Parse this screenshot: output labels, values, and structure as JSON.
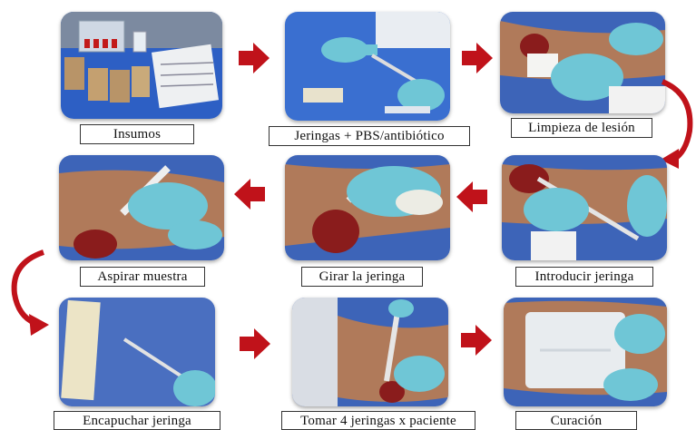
{
  "steps": [
    {
      "label": "Insumos"
    },
    {
      "label": "Jeringas + PBS/antibiótico"
    },
    {
      "label": "Limpieza de lesión"
    },
    {
      "label": "Aspirar muestra"
    },
    {
      "label": "Girar la jeringa"
    },
    {
      "label": "Introducir jeringa"
    },
    {
      "label": "Encapuchar jeringa"
    },
    {
      "label": "Tomar 4 jeringas  x paciente"
    },
    {
      "label": "Curación"
    }
  ],
  "colors": {
    "arrow": "#c0121a",
    "glove": "#6fc6d6",
    "skin": "#b07a5a",
    "drape": "#2f5fb8",
    "wound": "#8a1c1c"
  }
}
